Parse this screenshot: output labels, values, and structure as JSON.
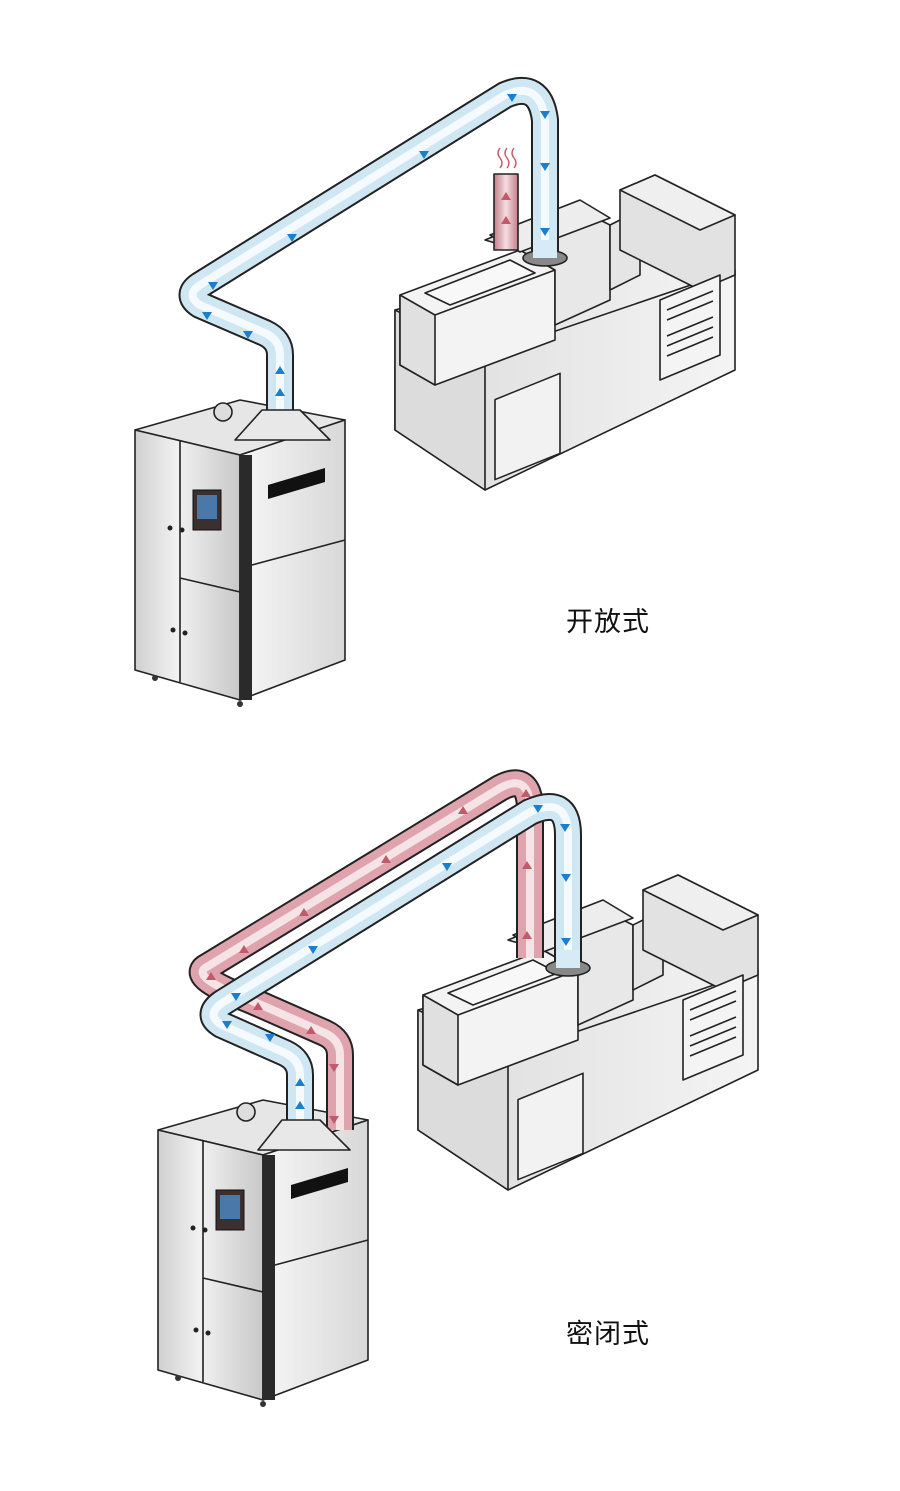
{
  "diagrams": [
    {
      "id": "open",
      "caption": "开放式",
      "ducts": [
        {
          "role": "supply-air",
          "color": "#2a86d4",
          "flow": "from-dryer-to-machine"
        },
        {
          "role": "exhaust-vent",
          "color": "#c06070",
          "flow": "up-to-atmosphere"
        }
      ],
      "components": [
        "dryer-unit",
        "processing-machine",
        "open-exhaust-stack"
      ]
    },
    {
      "id": "closed",
      "caption": "密闭式",
      "ducts": [
        {
          "role": "supply-air",
          "color": "#2a86d4",
          "flow": "from-dryer-to-machine"
        },
        {
          "role": "return-air",
          "color": "#c06070",
          "flow": "from-machine-to-dryer"
        }
      ],
      "components": [
        "dryer-unit",
        "processing-machine"
      ]
    }
  ],
  "colors": {
    "supply_duct_fill": "#d7ebf6",
    "return_duct_fill": "#e8b6bf",
    "arrow_blue": "#1b7fd0",
    "arrow_red": "#c25a6b",
    "machine_fill": "#eeeeee",
    "dryer_fill": "#e9e9e9",
    "outline": "#222222"
  }
}
